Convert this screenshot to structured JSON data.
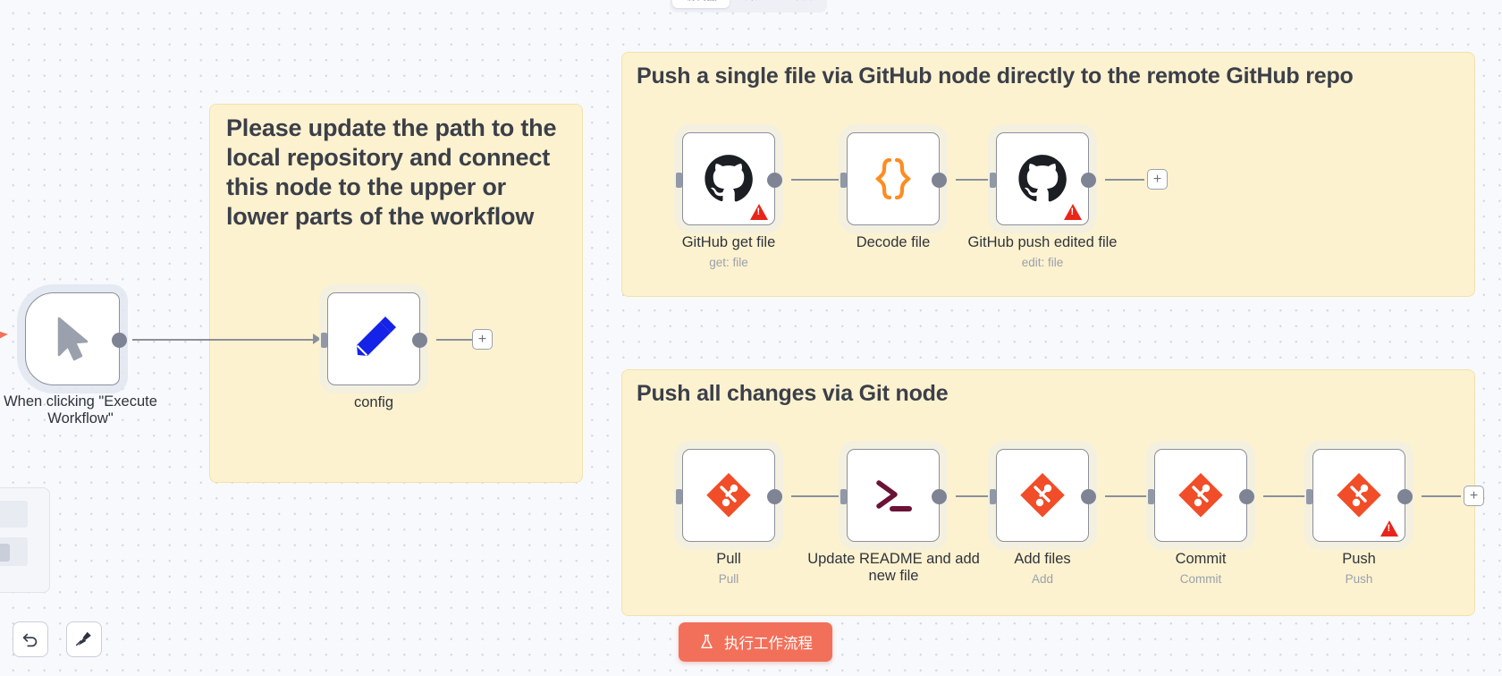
{
  "tabs": [
    {
      "label": "编辑器",
      "active": true
    },
    {
      "label": "执行",
      "active": false
    },
    {
      "label": "评估",
      "active": false
    }
  ],
  "sticky_notes": {
    "config_note": "Please update the path to the local repository and connect this node to the upper or lower parts of the workflow",
    "github_group_title": "Push a single file via GitHub node directly to the remote GitHub repo",
    "git_group_title": "Push all changes via Git node"
  },
  "nodes": {
    "trigger": {
      "label": "When clicking \"Execute Workflow\"",
      "icon": "cursor-pointer-icon"
    },
    "config": {
      "label": "config",
      "sub": "",
      "icon": "pencil-icon"
    },
    "github_get_file": {
      "label": "GitHub get file",
      "sub": "get: file",
      "icon": "github-icon",
      "warning": true
    },
    "decode_file": {
      "label": "Decode file",
      "sub": "",
      "icon": "braces-icon",
      "warning": false
    },
    "github_push_edited_file": {
      "label": "GitHub push edited file",
      "sub": "edit: file",
      "icon": "github-icon",
      "warning": true
    },
    "pull": {
      "label": "Pull",
      "sub": "Pull",
      "icon": "git-icon",
      "warning": false
    },
    "update_readme": {
      "label": "Update README and add new file",
      "sub": "",
      "icon": "terminal-icon",
      "warning": false
    },
    "add_files": {
      "label": "Add files",
      "sub": "Add",
      "icon": "git-icon",
      "warning": false
    },
    "commit": {
      "label": "Commit",
      "sub": "Commit",
      "icon": "git-icon",
      "warning": false
    },
    "push": {
      "label": "Push",
      "sub": "Push",
      "icon": "git-icon",
      "warning": true
    }
  },
  "add_buttons": {
    "label": "+"
  },
  "toolbar": {
    "undo_icon": "undo-arrow-icon",
    "tidy_icon": "broom-icon"
  },
  "execute_button": {
    "label": "执行工作流程",
    "icon": "flask-icon"
  },
  "colors": {
    "sticky_bg": "#fdf2cf",
    "sticky_border": "#f0e2ae",
    "canvas_bg": "#f8f9fc",
    "accent_orange": "#f2705a",
    "git_red": "#f04d28",
    "braces_orange": "#ff8c21",
    "pencil_blue": "#1522e8",
    "warning_red": "#e8251a",
    "node_border": "#8b8f9c"
  }
}
